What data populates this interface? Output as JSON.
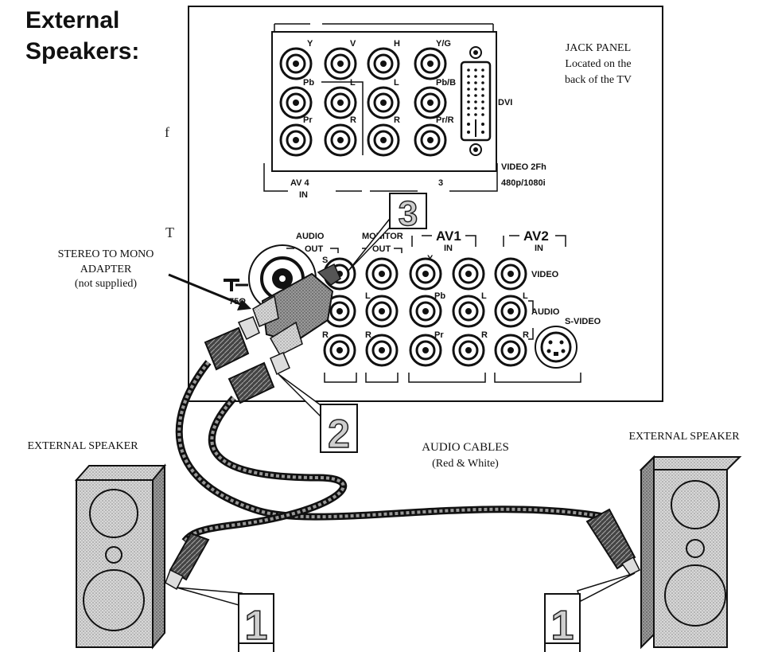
{
  "heading": {
    "line1": "External",
    "line2": "Speakers:"
  },
  "side_glyphs": [
    "f",
    "T"
  ],
  "jack_panel": {
    "title": "JACK PANEL",
    "line2": "Located on the",
    "line3": "back of the TV"
  },
  "upper_panel": {
    "top_row": [
      "Y",
      "V",
      "H",
      "Y/G"
    ],
    "mid_row": [
      "Pb",
      "L",
      "L",
      "Pb/B"
    ],
    "bot_row": [
      "Pr",
      "R",
      "R",
      "Pr/R"
    ],
    "dvi_label": "DVI",
    "av4": "AV 4",
    "av4_sub": "IN",
    "av3": "3",
    "video_2fh": "VIDEO 2Fh",
    "resolution": "480p/1080i"
  },
  "lower_panel": {
    "audio_out": "AUDIO",
    "audio_out_sub": "OUT",
    "s_label": "S",
    "monitor": "MONITOR",
    "monitor_sub": "OUT",
    "av1": "AV1",
    "av1_sub": "IN",
    "av1_y": "Y",
    "av2": "AV2",
    "av2_sub": "IN",
    "row2_left": [
      "L",
      "L",
      "Pb",
      "L",
      "L"
    ],
    "row3_left": [
      "R",
      "R",
      "Pr",
      "R",
      "R"
    ],
    "video": "VIDEO",
    "audio": "AUDIO",
    "s_video": "S-VIDEO",
    "ant_label": "75Ω"
  },
  "adapter": {
    "line1": "STEREO TO MONO",
    "line2": "ADAPTER",
    "line3": "(not supplied)"
  },
  "cables": {
    "line1": "AUDIO CABLES",
    "line2": "(Red & White)"
  },
  "speaker_left_label": "EXTERNAL SPEAKER",
  "speaker_right_label": "EXTERNAL SPEAKER",
  "steps": [
    "3",
    "2",
    "1",
    "1"
  ]
}
